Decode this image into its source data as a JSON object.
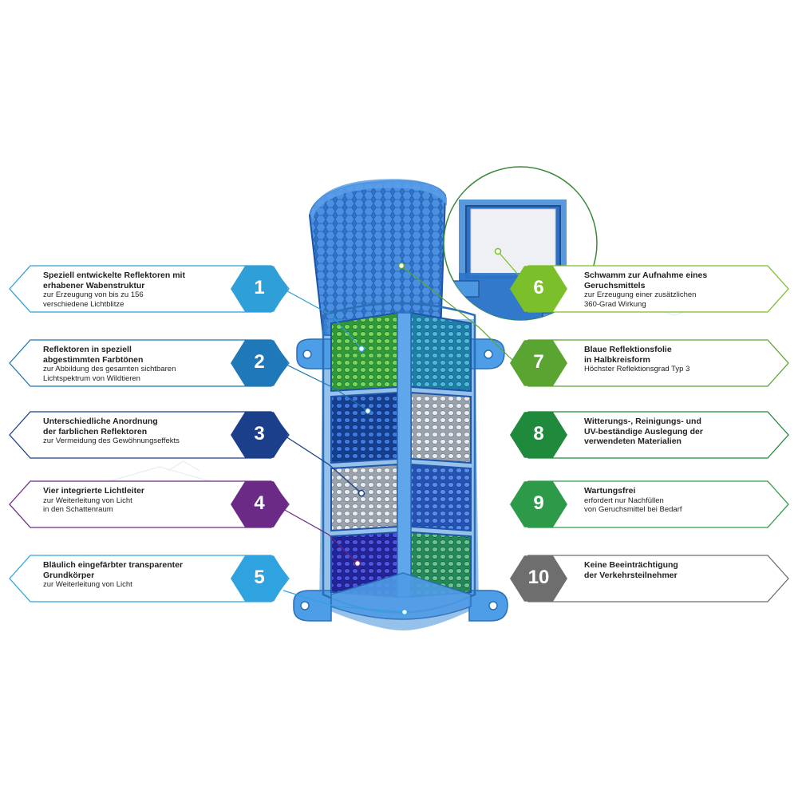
{
  "colors": {
    "c1": "#2f9fd8",
    "c2": "#1f78b8",
    "c3": "#1b3f8a",
    "c4": "#6a2a85",
    "c5": "#2ea3e0",
    "c6": "#7bbf2a",
    "c7": "#5aa531",
    "c8": "#1f8a3c",
    "c9": "#2d9a4a",
    "c10": "#6e6e6e"
  },
  "features": [
    {
      "num": "1",
      "title": "Speziell entwickelte Reflektoren mit\nerhabener Wabenstruktur",
      "sub": "zur Erzeugung von bis zu 156\nverschiedene Lichtblitze"
    },
    {
      "num": "2",
      "title": "Reflektoren in speziell\nabgestimmten Farbtönen",
      "sub": "zur Abbildung des gesamten sichtbaren\nLichtspektrum von Wildtieren"
    },
    {
      "num": "3",
      "title": "Unterschiedliche Anordnung\nder farblichen Reflektoren",
      "sub": "zur Vermeidung des Gewöhnungseffekts"
    },
    {
      "num": "4",
      "title": "Vier integrierte Lichtleiter",
      "sub": "zur Weiterleitung von Licht\nin den Schattenraum"
    },
    {
      "num": "5",
      "title": "Bläulich eingefärbter transparenter\nGrundkörper",
      "sub": "zur Weiterleitung von Licht"
    },
    {
      "num": "6",
      "title": "Schwamm zur Aufnahme eines\nGeruchsmittels",
      "sub": "zur Erzeugung einer zusätzlichen\n360-Grad Wirkung"
    },
    {
      "num": "7",
      "title": "Blaue Reflektionsfolie\nin Halbkreisform",
      "sub": "Höchster Reflektionsgrad Typ 3"
    },
    {
      "num": "8",
      "title": "Witterungs-, Reinigungs-  und\nUV-beständige Auslegung der\nverwendeten Materialien",
      "sub": ""
    },
    {
      "num": "9",
      "title": "Wartungsfrei",
      "sub": "erfordert nur Nachfüllen\nvon Geruchsmittel bei Bedarf"
    },
    {
      "num": "10",
      "title": "Keine Beeinträchtigung\nder Verkehrsteilnehmer",
      "sub": ""
    }
  ]
}
